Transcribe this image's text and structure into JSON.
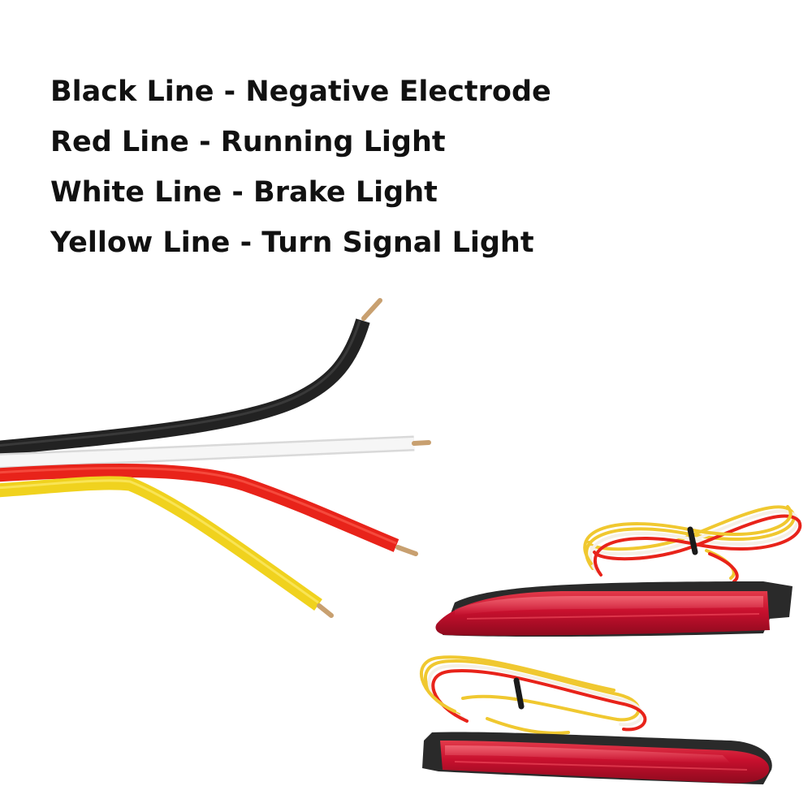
{
  "legend": {
    "lines": [
      "Black Line - Negative Electrode",
      "Red Line - Running Light",
      "White Line - Brake Light",
      "Yellow Line - Turn Signal Light"
    ]
  },
  "colors": {
    "background": "#ffffff",
    "text": "#111111",
    "wire_black": "#2b2b2b",
    "wire_white": "#f2f2f2",
    "wire_red": "#e8231a",
    "wire_yellow": "#f0d21e",
    "lamp_red": "#c8102e",
    "lamp_housing": "#2a2a2a",
    "copper_tip": "#c8a070"
  },
  "image": {
    "wire_icon": "four-wire-harness-icon",
    "lamp_icon": "led-reflector-lamp-icon",
    "coil_icon": "coiled-wire-bundle-icon"
  }
}
